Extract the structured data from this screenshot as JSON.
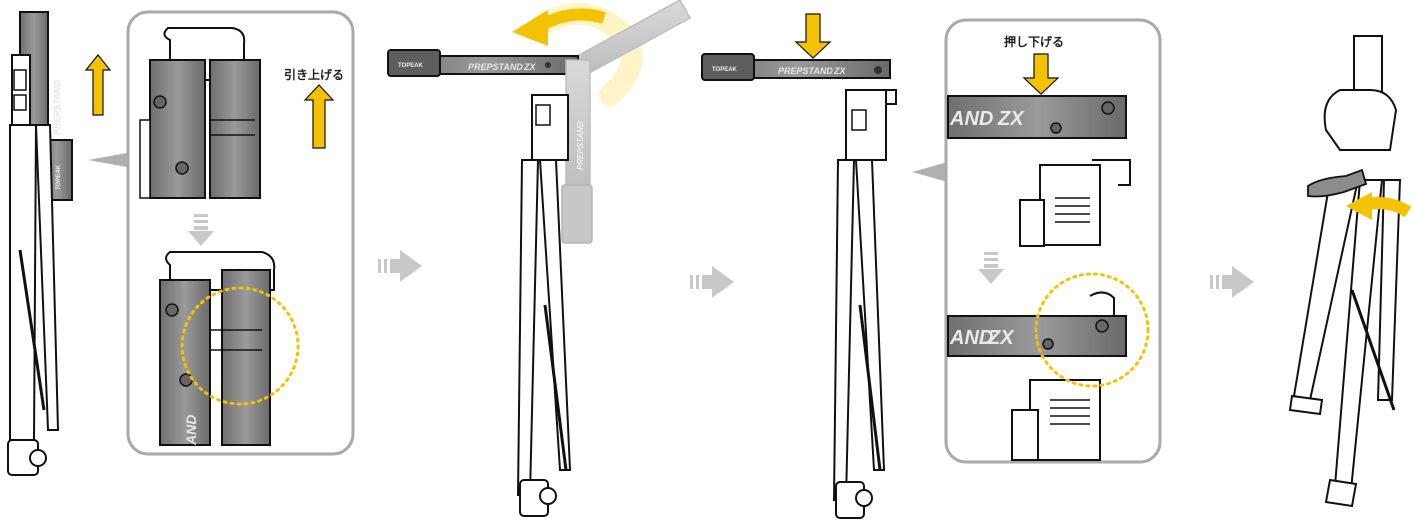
{
  "labels": {
    "pull_up": "引き上げる",
    "push_down": "押し下げる"
  },
  "product": {
    "brand": "TOPEAK",
    "model_bold": "PREPSTAND",
    "model_light": "ZX",
    "model_bold_crop": "AND",
    "model_bold_crop2": "PREPSTAND"
  },
  "colors": {
    "accent_yellow": "#f5c200",
    "arrow_grey": "#c8c8c8",
    "metal": "#8c8c8c",
    "metal_dark": "#5e5e5e",
    "outline": "#111111",
    "panel_border": "#a9a9a9"
  },
  "icons": {
    "step_arrow": "double-arrow-right-icon",
    "detail_down": "striped-arrow-down-icon",
    "up": "arrow-up-icon",
    "down": "arrow-down-icon",
    "rotate": "curved-arrow-icon"
  }
}
